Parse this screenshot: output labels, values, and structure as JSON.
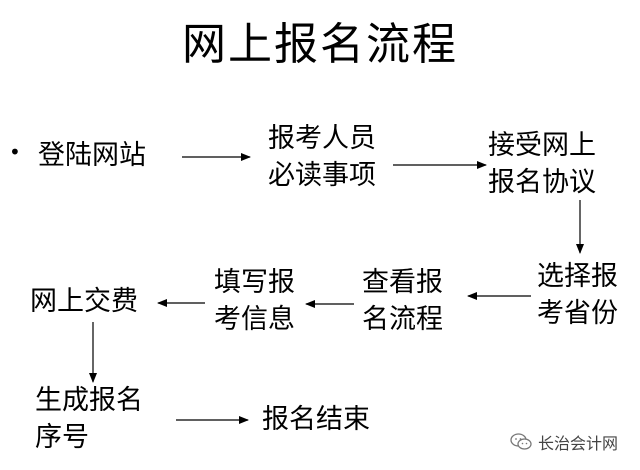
{
  "title": "网上报名流程",
  "bullet": "•",
  "nodes": {
    "login": "登陆网站",
    "must_read_1": "报考人员",
    "must_read_2": "必读事项",
    "accept_1": "接受网上",
    "accept_2": "报名协议",
    "select_1": "选择报",
    "select_2": "考省份",
    "view_1": "查看报",
    "view_2": "名流程",
    "fill_1": "填写报",
    "fill_2": "考信息",
    "pay": "网上交费",
    "serial_1": "生成报名",
    "serial_2": "序号",
    "end": "报名结束"
  },
  "watermark": "长治会计网"
}
